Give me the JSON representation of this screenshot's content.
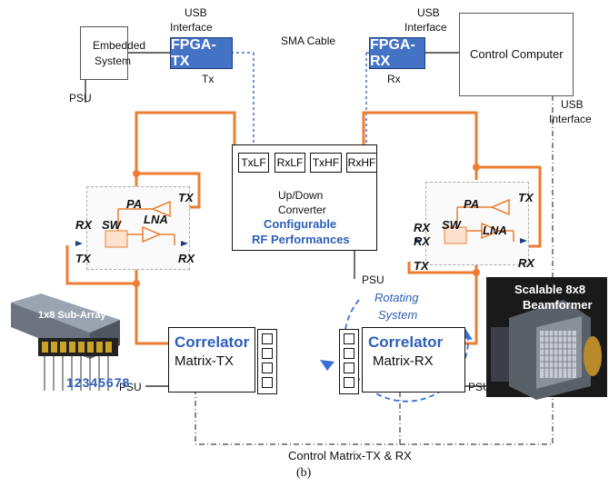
{
  "caption": "(b)",
  "usb_tx_label": [
    "USB",
    "Interface"
  ],
  "usb_rx_label": [
    "USB",
    "Interface"
  ],
  "usb_right_label": [
    "USB",
    "Interface"
  ],
  "sma_label": "SMA Cable",
  "embedded_system": [
    "Embedded",
    "System"
  ],
  "fpga_tx": "FPGA-TX",
  "fpga_rx": "FPGA-RX",
  "tx_label": "Tx",
  "rx_label": "Rx",
  "control_computer": "Control Computer",
  "psu": "PSU",
  "converter": {
    "filters": [
      "TxLF",
      "RxLF",
      "TxHF",
      "RxHF"
    ],
    "line1": "Up/Down",
    "line2": "Converter",
    "config1": "Configurable",
    "config2": "RF Performances"
  },
  "frontend": {
    "pa": "PA",
    "lna": "LNA",
    "sw": "SW",
    "tx": "TX",
    "rx": "RX"
  },
  "correlator_tx": {
    "title": "Correlator",
    "sub": "Matrix-TX"
  },
  "correlator_rx": {
    "title": "Correlator",
    "sub": "Matrix-RX"
  },
  "rotating": [
    "Rotating",
    "System"
  ],
  "subarray": {
    "title": "1x8 Sub-Array",
    "numbers": "12345678"
  },
  "beamformer": [
    "Scalable 8x8",
    "Beamformer"
  ],
  "control_matrix": "Control Matrix-TX & RX",
  "colors": {
    "orange": "#ed7d31",
    "blue": "#4472c4",
    "dashblue": "#3a6fd8"
  }
}
